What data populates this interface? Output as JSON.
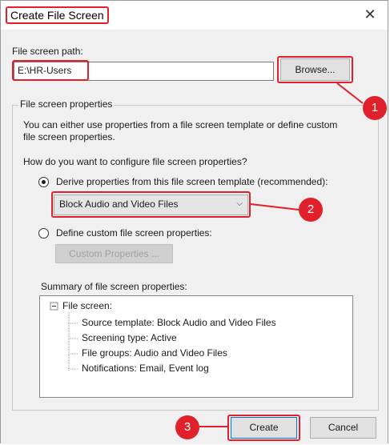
{
  "window": {
    "title": "Create File Screen",
    "close_glyph": "✕"
  },
  "path": {
    "label": "File screen path:",
    "value": "E:\\HR-Users",
    "browse_label": "Browse..."
  },
  "properties": {
    "group_title": "File screen properties",
    "description_line1": "You can either use properties from a file screen template or define custom",
    "description_line2": "file screen properties.",
    "question": "How do you want to configure file screen properties?",
    "option_template": "Derive properties from this file screen template (recommended):",
    "template_selected": "Block Audio and Video Files",
    "option_custom": "Define custom file screen properties:",
    "custom_button": "Custom Properties ..."
  },
  "summary": {
    "label": "Summary of file screen properties:",
    "root": "File screen:",
    "items": [
      "Source template: Block Audio and Video Files",
      "Screening type: Active",
      "File groups: Audio and Video Files",
      "Notifications: Email, Event log"
    ]
  },
  "footer": {
    "create_label": "Create",
    "cancel_label": "Cancel"
  },
  "callouts": [
    "1",
    "2",
    "3"
  ],
  "colors": {
    "highlight": "#e0202a",
    "dialog_bg": "#f0f0f0"
  }
}
